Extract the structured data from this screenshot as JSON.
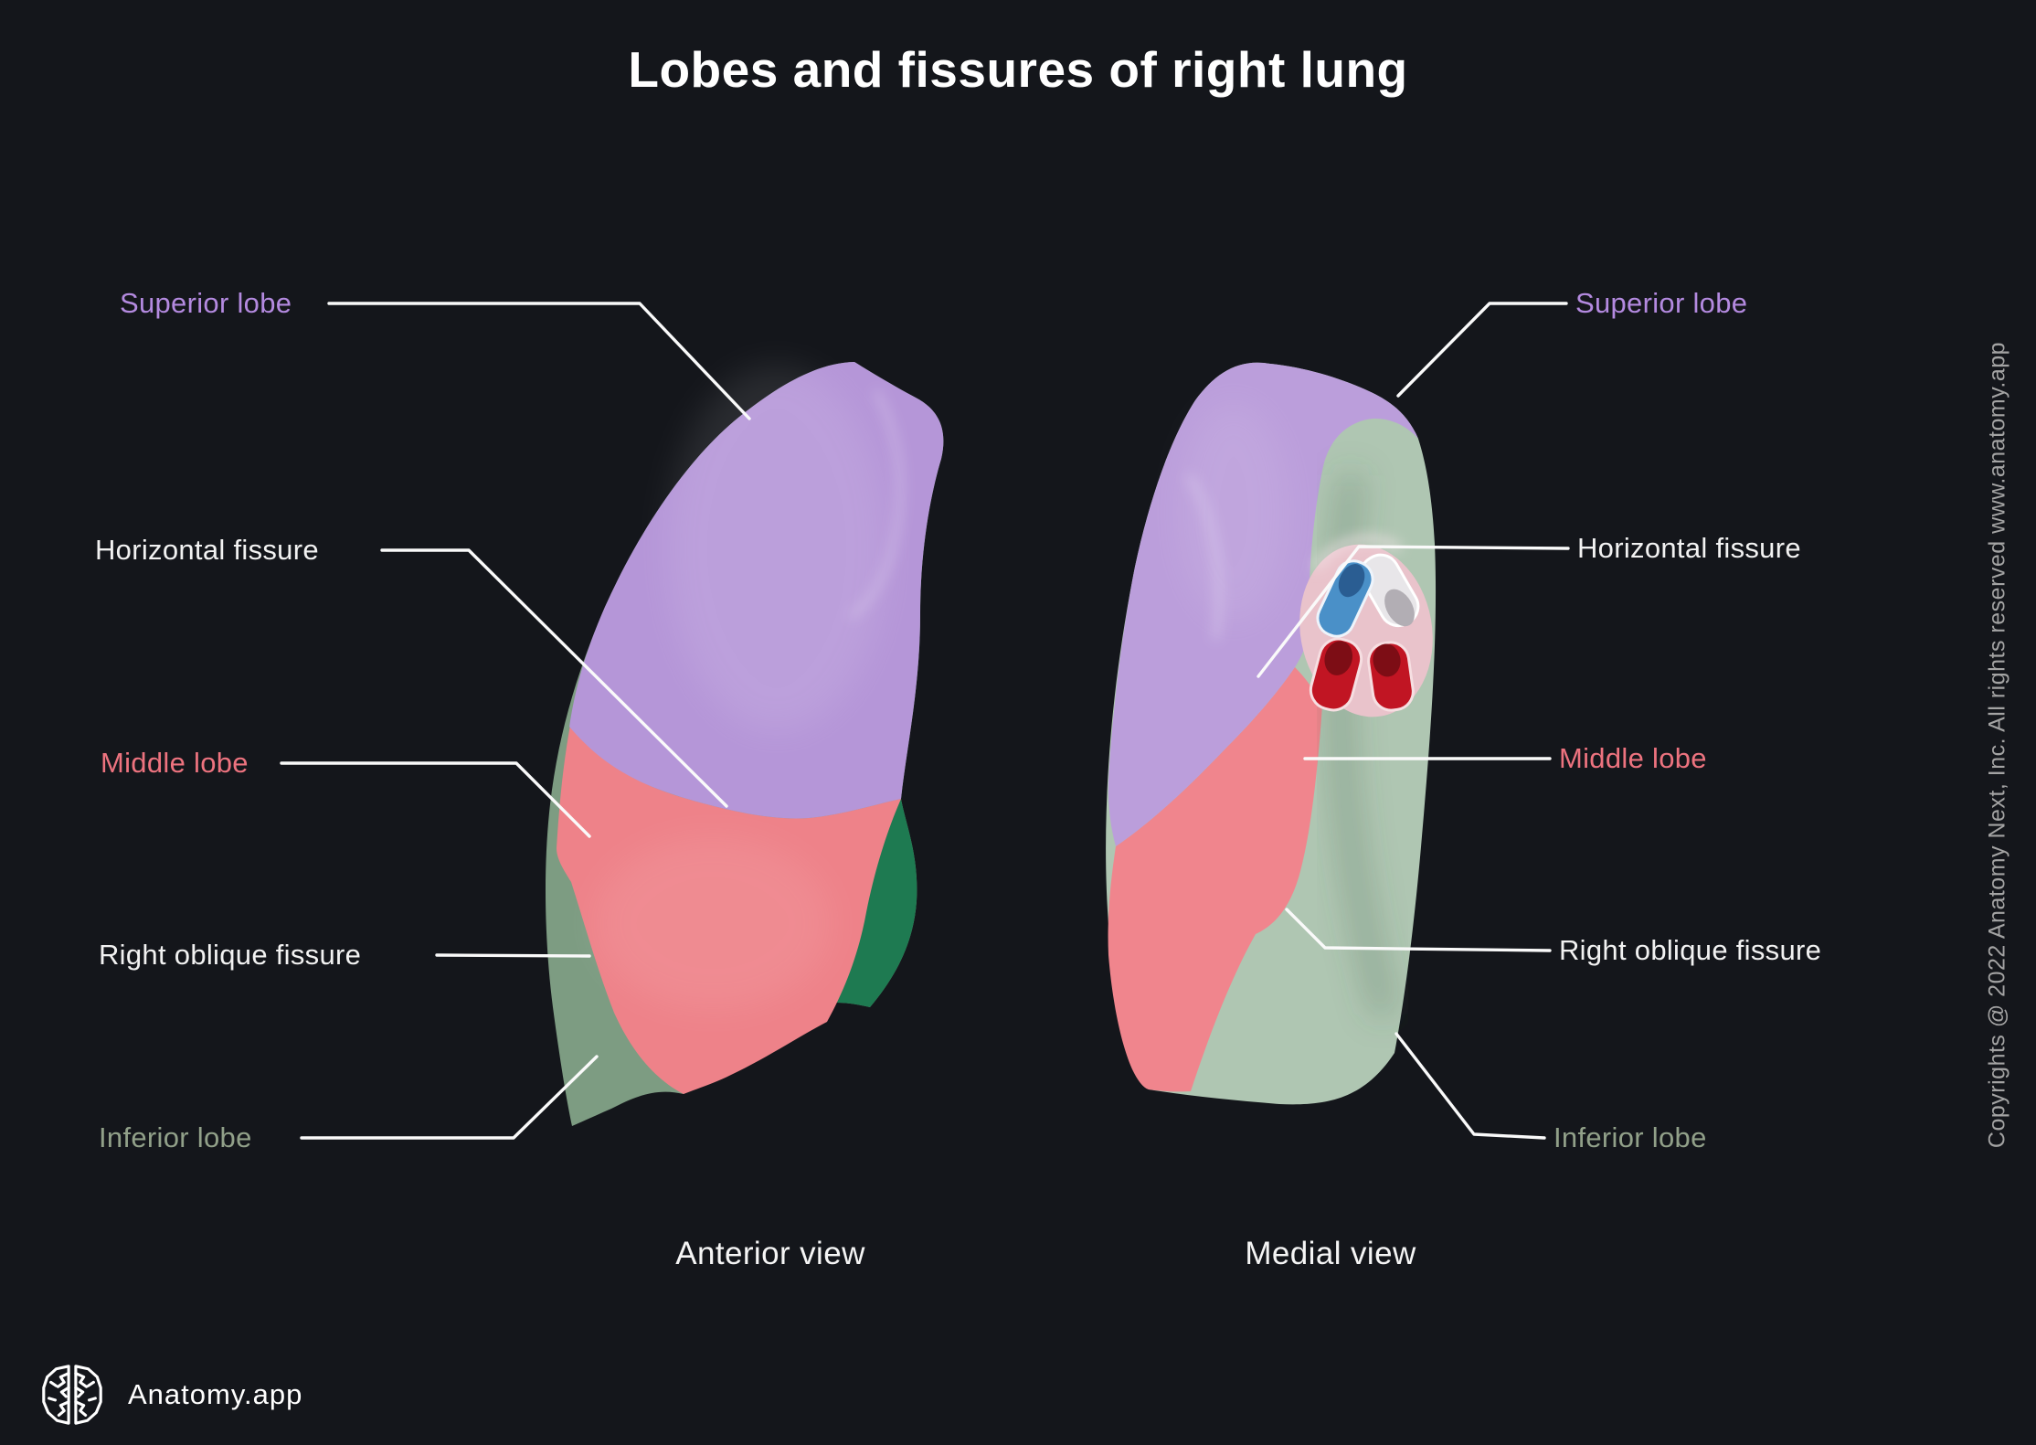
{
  "title": "Lobes and fissures of right lung",
  "views": {
    "anterior": {
      "caption": "Anterior view"
    },
    "medial": {
      "caption": "Medial view"
    }
  },
  "labels": {
    "left": [
      {
        "text": "Superior lobe",
        "color": "purple"
      },
      {
        "text": "Horizontal fissure",
        "color": "white"
      },
      {
        "text": "Middle lobe",
        "color": "pink"
      },
      {
        "text": "Right oblique fissure",
        "color": "white"
      },
      {
        "text": "Inferior lobe",
        "color": "green"
      }
    ],
    "right": [
      {
        "text": "Superior lobe",
        "color": "purple"
      },
      {
        "text": "Horizontal fissure",
        "color": "white"
      },
      {
        "text": "Middle lobe",
        "color": "pink"
      },
      {
        "text": "Right oblique fissure",
        "color": "white"
      },
      {
        "text": "Inferior lobe",
        "color": "green"
      }
    ]
  },
  "footer": {
    "brand": "Anatomy.app"
  },
  "copyright": "Copyrights @ 2022 Anatomy Next, Inc. All rights reserved www.anatomy.app",
  "colors": {
    "background": "#14161b",
    "title_text": "#ffffff",
    "caption_text": "#f5f5f5",
    "copyright_text": "#a3a3a3",
    "logo_white": "#ffffff",
    "leader_line": "#fafafa",
    "label_purple": "#b48ae0",
    "label_pink": "#ed737f",
    "label_white": "#f2f2f2",
    "label_green": "#91a089",
    "lobe_purple": "#b596d8",
    "lobe_purple_medial": "#bb9edb",
    "lobe_pink": "#ee8289",
    "lobe_pink_medial": "#f0858d",
    "lobe_green_sliver": "#7d9c82",
    "lobe_green_dark": "#1e7a51",
    "lobe_green_medial": "#afc6b2",
    "hilum_pink": "#e9c3cb",
    "vessel_blue": "#4a90c8",
    "vessel_blue_dark": "#2a5d92",
    "vessel_white": "#e8e6e9",
    "vessel_white_dark": "#b2aeb4",
    "vessel_red": "#c11523",
    "vessel_red_dark": "#7d0d15"
  }
}
